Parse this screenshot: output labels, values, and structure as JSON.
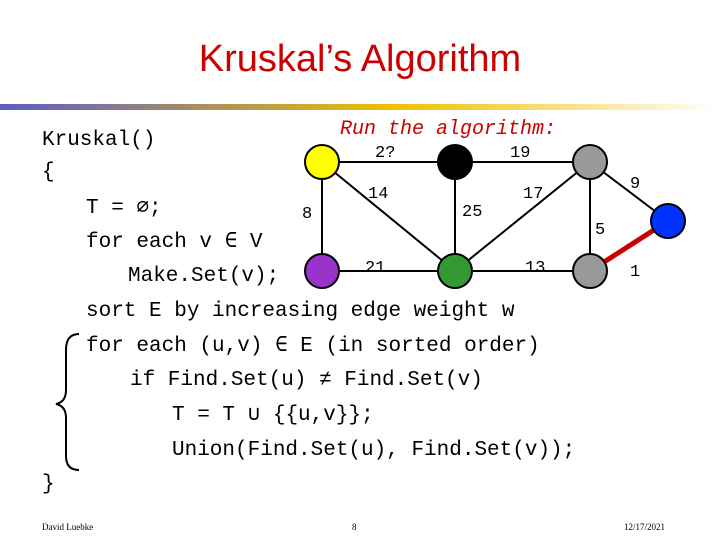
{
  "slide": {
    "title": "Kruskal’s Algorithm",
    "footer_left": "David Luebke",
    "footer_center": "8",
    "footer_right": "12/17/2021"
  },
  "code": {
    "line1": "Kruskal()",
    "line2": "{",
    "line3": "T = ∅;",
    "line4": "for each v ∈ V",
    "line5": "Make.Set(v);",
    "line6": "sort E by increasing edge weight w",
    "line7": "for each (u,v) ∈ E (in sorted order)",
    "line8": "if Find.Set(u) ≠ Find.Set(v)",
    "line9": "T = T ∪ {{u,v}};",
    "line10": "Union(Find.Set(u), Find.Set(v));",
    "line11": "}"
  },
  "graph": {
    "caption": "Run the algorithm:",
    "edge_weights": {
      "w_2": "2?",
      "w_19": "19",
      "w_9": "9",
      "w_14": "14",
      "w_17": "17",
      "w_8": "8",
      "w_25": "25",
      "w_5": "5",
      "w_21": "21",
      "w_13": "13",
      "w_1": "1"
    },
    "colors": {
      "yellow": "#ffff00",
      "black": "#000000",
      "gray": "#999999",
      "blue": "#0033ff",
      "purple": "#9933cc",
      "green": "#339933",
      "highlight_edge": "#cc0000"
    }
  }
}
